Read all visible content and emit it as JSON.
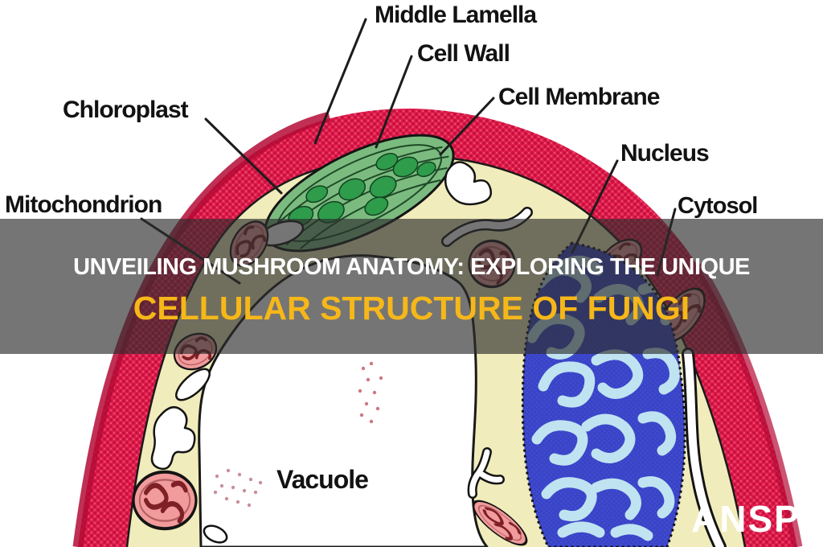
{
  "figure_labels": {
    "middle_lamella": "Middle Lamella",
    "cell_wall": "Cell Wall",
    "cell_membrane": "Cell Membrane",
    "chloroplast": "Chloroplast",
    "mitochondrion": "Mitochondrion",
    "nucleus": "Nucleus",
    "cytosol": "Cytosol",
    "vacuole": "Vacuole"
  },
  "banner": {
    "line1": "UNVEILING MUSHROOM ANATOMY: EXPLORING THE UNIQUE",
    "line2": "CELLULAR STRUCTURE OF FUNGI",
    "line1_color": "#ffffff",
    "line2_color": "#f6b719",
    "overlay_color": "rgba(45,45,45,0.66)"
  },
  "watermark": {
    "text": "ANSP",
    "color": "#ffffff"
  },
  "colors": {
    "cell_wall_red": "#e0204e",
    "cell_wall_dark": "#b40c36",
    "cytosol_cream": "#f1ecbb",
    "vacuole_white": "#ffffff",
    "nucleus_blue": "#3a44c8",
    "nucleus_squiggle": "#bfe3f1",
    "chloroplast_green": "#2e9c4b",
    "chloroplast_base": "#7cbb80",
    "mitochondria_pink": "#f19b9c",
    "mitochondria_squiggle": "#7e2026",
    "outline_black": "#141414",
    "background": "#ffffff"
  }
}
